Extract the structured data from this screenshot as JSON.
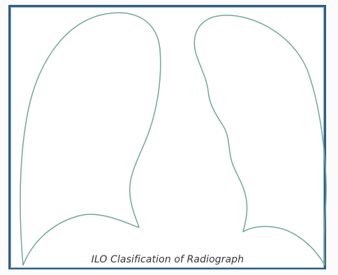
{
  "figure": {
    "caption": "ILO Clasification of Radiograph",
    "outline_color": "#6fa79a",
    "frame_color": "#2e5f86",
    "shapes": [
      "right-lung-outline",
      "left-lung-outline"
    ]
  }
}
